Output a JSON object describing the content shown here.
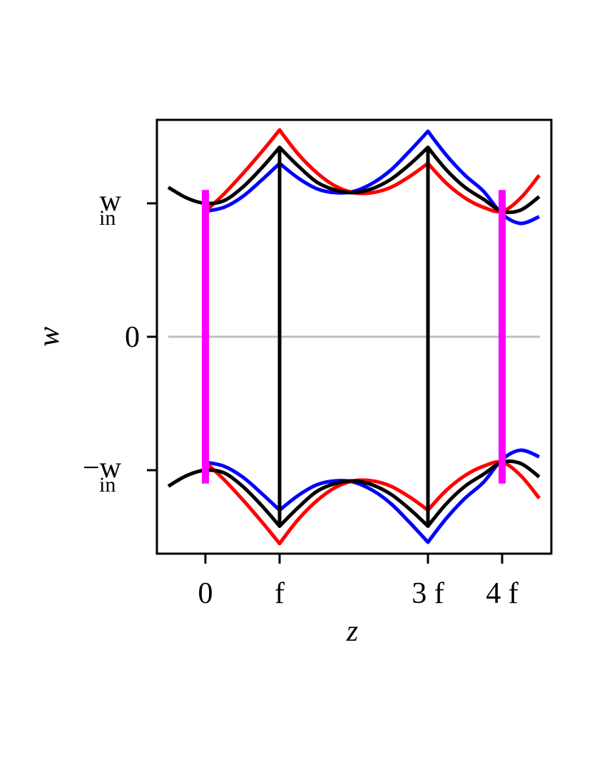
{
  "chart_data": {
    "type": "line",
    "title": "",
    "xlabel": "z",
    "ylabel": "w",
    "x_ticks": [
      {
        "value": 0,
        "label": "0"
      },
      {
        "value": 1,
        "label": "f"
      },
      {
        "value": 3,
        "label": "3 f"
      },
      {
        "value": 4,
        "label": "4 f"
      }
    ],
    "y_ticks": [
      {
        "value": 1,
        "main": "w",
        "sub": "in"
      },
      {
        "value": 0,
        "main": "0",
        "sub": ""
      },
      {
        "value": -1,
        "main": "−w",
        "sub": "in"
      }
    ],
    "xlim": [
      -0.65,
      4.7
    ],
    "ylim": [
      -1.6,
      1.6
    ],
    "grid": false,
    "legend": "none",
    "reference_line": {
      "y": 0,
      "color": "#bfbfbf"
    },
    "series": [
      {
        "color": "#0000ff",
        "x": [
          0.0,
          0.25,
          0.5,
          0.75,
          1.0,
          1.25,
          1.5,
          1.75,
          2.0,
          2.25,
          2.5,
          2.75,
          3.0,
          3.25,
          3.5,
          3.75,
          4.0,
          4.25,
          4.5
        ],
        "y": [
          0.94,
          0.97,
          1.05,
          1.17,
          1.3,
          1.19,
          1.11,
          1.08,
          1.09,
          1.15,
          1.25,
          1.39,
          1.54,
          1.36,
          1.21,
          1.09,
          0.92,
          0.85,
          0.9
        ]
      },
      {
        "color": "#ff0000",
        "x": [
          0.0,
          0.25,
          0.5,
          0.75,
          1.0,
          1.25,
          1.5,
          1.75,
          2.0,
          2.25,
          2.5,
          2.75,
          3.0,
          3.25,
          3.5,
          3.75,
          4.0,
          4.25,
          4.5
        ],
        "y": [
          0.94,
          1.07,
          1.22,
          1.38,
          1.55,
          1.37,
          1.23,
          1.13,
          1.08,
          1.08,
          1.12,
          1.2,
          1.3,
          1.15,
          1.04,
          0.97,
          0.94,
          1.04,
          1.21
        ]
      },
      {
        "color": "#000000",
        "x": [
          -0.5,
          -0.25,
          0.0,
          0.25,
          0.5,
          0.75,
          1.0,
          1.25,
          1.5,
          1.75,
          2.0,
          2.25,
          2.5,
          2.75,
          3.0,
          3.25,
          3.5,
          3.75,
          4.0,
          4.25,
          4.5
        ],
        "y": [
          1.12,
          1.04,
          1.0,
          1.02,
          1.12,
          1.26,
          1.42,
          1.28,
          1.16,
          1.1,
          1.08,
          1.11,
          1.18,
          1.29,
          1.42,
          1.25,
          1.12,
          1.03,
          0.94,
          0.95,
          1.05
        ]
      },
      {
        "color": "#0000ff",
        "x": [
          0.0,
          0.25,
          0.5,
          0.75,
          1.0,
          1.25,
          1.5,
          1.75,
          2.0,
          2.25,
          2.5,
          2.75,
          3.0,
          3.25,
          3.5,
          3.75,
          4.0,
          4.25,
          4.5
        ],
        "y": [
          -0.94,
          -0.97,
          -1.05,
          -1.17,
          -1.3,
          -1.19,
          -1.11,
          -1.08,
          -1.09,
          -1.15,
          -1.25,
          -1.39,
          -1.54,
          -1.36,
          -1.21,
          -1.09,
          -0.92,
          -0.85,
          -0.9
        ]
      },
      {
        "color": "#ff0000",
        "x": [
          0.0,
          0.25,
          0.5,
          0.75,
          1.0,
          1.25,
          1.5,
          1.75,
          2.0,
          2.25,
          2.5,
          2.75,
          3.0,
          3.25,
          3.5,
          3.75,
          4.0,
          4.25,
          4.5
        ],
        "y": [
          -0.94,
          -1.07,
          -1.22,
          -1.38,
          -1.55,
          -1.37,
          -1.23,
          -1.13,
          -1.08,
          -1.08,
          -1.12,
          -1.2,
          -1.3,
          -1.15,
          -1.04,
          -0.97,
          -0.94,
          -1.04,
          -1.21
        ]
      },
      {
        "color": "#000000",
        "x": [
          -0.5,
          -0.25,
          0.0,
          0.25,
          0.5,
          0.75,
          1.0,
          1.25,
          1.5,
          1.75,
          2.0,
          2.25,
          2.5,
          2.75,
          3.0,
          3.25,
          3.5,
          3.75,
          4.0,
          4.25,
          4.5
        ],
        "y": [
          -1.12,
          -1.04,
          -1.0,
          -1.02,
          -1.12,
          -1.26,
          -1.42,
          -1.28,
          -1.16,
          -1.1,
          -1.08,
          -1.11,
          -1.18,
          -1.29,
          -1.42,
          -1.25,
          -1.12,
          -1.03,
          -0.94,
          -0.95,
          -1.05
        ]
      }
    ],
    "vertical_lines": [
      {
        "x": 0,
        "y_range": [
          -1.1,
          1.1
        ],
        "color": "#ff00ff"
      },
      {
        "x": 4,
        "y_range": [
          -1.1,
          1.1
        ],
        "color": "#ff00ff"
      },
      {
        "x": 1,
        "y_range": [
          -1.42,
          1.42
        ],
        "color": "#000000"
      },
      {
        "x": 3,
        "y_range": [
          -1.42,
          1.42
        ],
        "color": "#000000"
      }
    ]
  }
}
